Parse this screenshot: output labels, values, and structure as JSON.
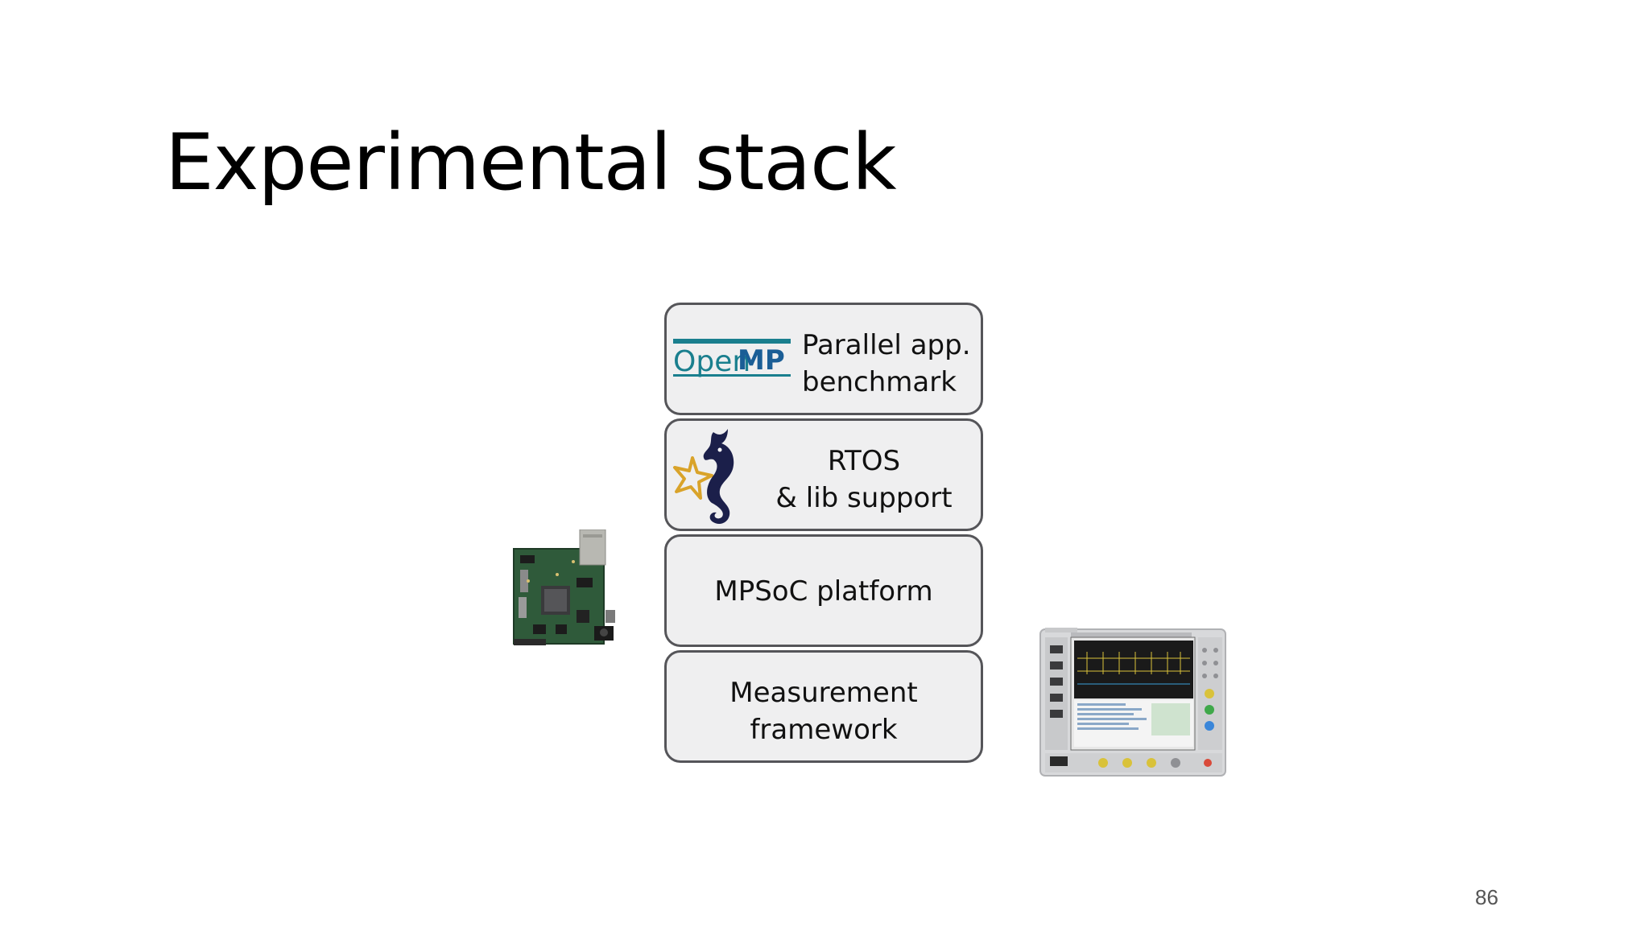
{
  "slide": {
    "title": "Experimental stack",
    "page_number": "86"
  },
  "stack": {
    "openmp": {
      "logo_text": "OpenMP",
      "line1": "Parallel app.",
      "line2": "benchmark"
    },
    "rtos": {
      "line1": "RTOS",
      "line2": "& lib support"
    },
    "mpsoc": {
      "line1": "MPSoC platform"
    },
    "measurement": {
      "line1": "Measurement",
      "line2": "framework"
    }
  },
  "images": {
    "left": "fpga-board-photo",
    "right": "oscilloscope-photo",
    "rtos_logo": "seahorse-logo"
  },
  "colors": {
    "box_fill": "#efeff0",
    "box_border": "#555559",
    "openmp_teal": "#1a7f8e",
    "openmp_blue": "#1b5e96",
    "seahorse_navy": "#1b1f4a",
    "seahorse_gold": "#d9a32a"
  }
}
